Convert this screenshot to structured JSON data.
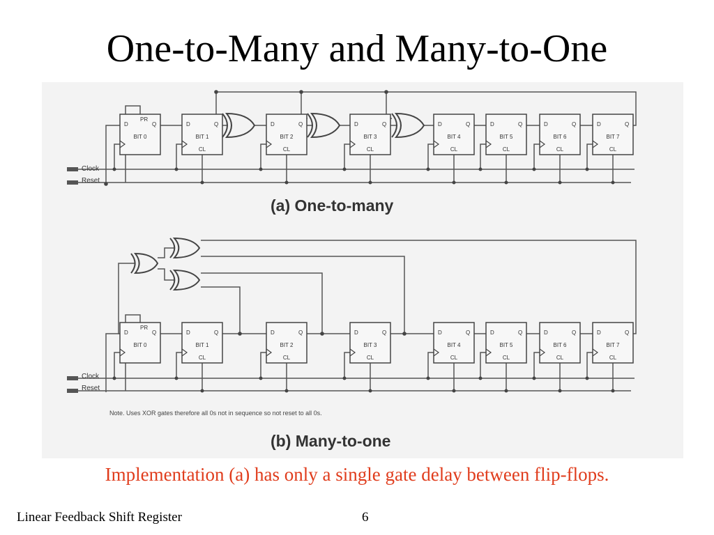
{
  "title": "One-to-Many and Many-to-One",
  "caption": "Implementation (a) has only a single gate delay between flip-flops.",
  "footer": {
    "left": "Linear Feedback Shift Register",
    "page": "6"
  },
  "colors": {
    "caption": "#e03c1c",
    "figure_bg": "#f3f3f3",
    "ink": "#555555"
  },
  "diagram": {
    "flipflop_labels": [
      "BIT 0",
      "BIT 1",
      "BIT 2",
      "BIT 3",
      "BIT 4",
      "BIT 5",
      "BIT 6",
      "BIT 7"
    ],
    "pin": {
      "d": "D",
      "q": "Q",
      "cl": "CL",
      "pr": "PR"
    },
    "signals": {
      "clock": "Clock",
      "reset": "Reset"
    },
    "part_a": "(a) One-to-many",
    "part_b": "(b) Many-to-one",
    "note": "Note. Uses XOR gates therefore all 0s not in sequence so not reset to all 0s."
  }
}
